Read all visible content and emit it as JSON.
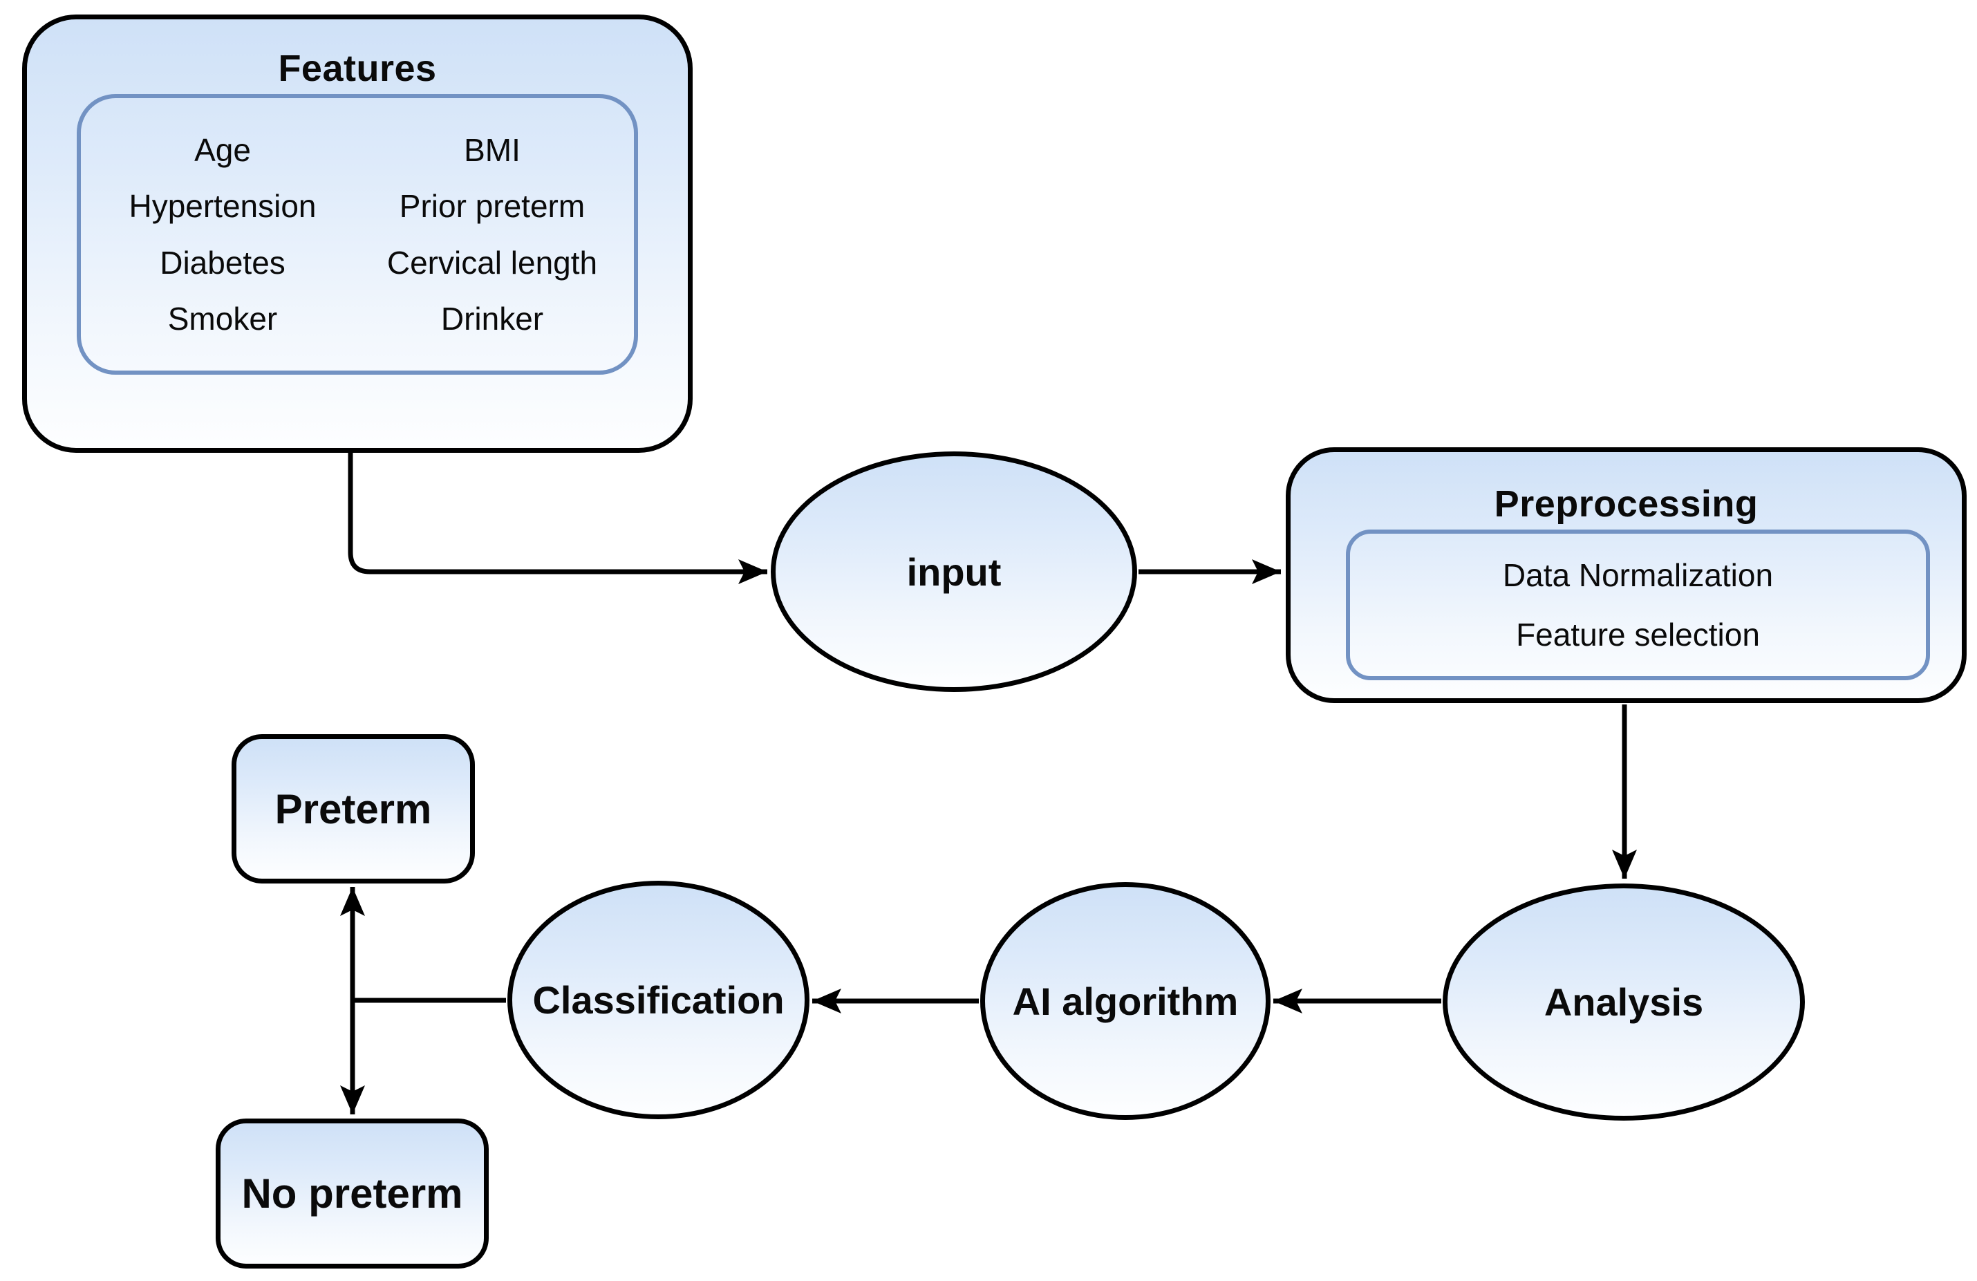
{
  "features": {
    "title": "Features",
    "items": [
      "Age",
      "BMI",
      "Hypertension",
      "Prior preterm",
      "Diabetes",
      "Cervical length",
      "Smoker",
      "Drinker"
    ]
  },
  "input": {
    "label": "input"
  },
  "preprocessing": {
    "title": "Preprocessing",
    "steps": [
      "Data Normalization",
      "Feature selection"
    ]
  },
  "analysis": {
    "label": "Analysis"
  },
  "ai": {
    "label": "AI algorithm"
  },
  "classification": {
    "label": "Classification"
  },
  "preterm": {
    "label": "Preterm"
  },
  "no_preterm": {
    "label": "No preterm"
  },
  "colors": {
    "background": "#ffffff",
    "node_fill_top": "#cfe1f7",
    "node_fill_bottom": "#fdfeff",
    "inner_border": "#7292c3",
    "outline": "#000000",
    "arrow": "#000000",
    "text": "#0a0a0a"
  }
}
